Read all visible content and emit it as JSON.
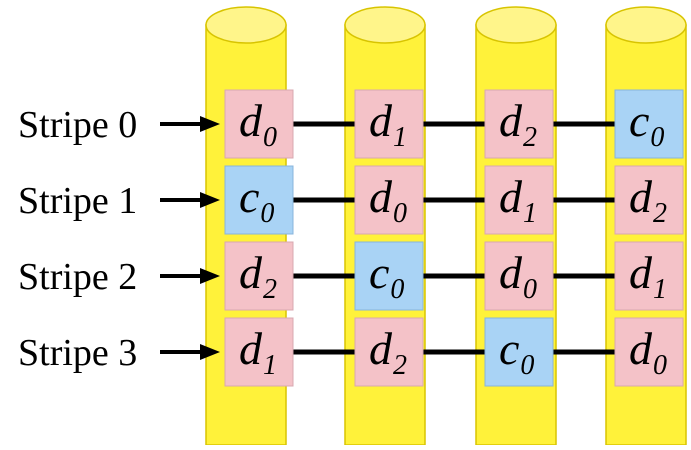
{
  "colors": {
    "disk_fill": "#FFF23A",
    "disk_top": "#FFF58A",
    "disk_stroke": "#D8C400",
    "data_cell": "#F4C2C8",
    "parity_cell": "#A9D3F5",
    "cell_stroke": "#D8A8B0",
    "line": "#000000"
  },
  "stripes": [
    {
      "label": "Stripe 0",
      "blocks": [
        {
          "letter": "d",
          "sub": "0",
          "kind": "data"
        },
        {
          "letter": "d",
          "sub": "1",
          "kind": "data"
        },
        {
          "letter": "d",
          "sub": "2",
          "kind": "data"
        },
        {
          "letter": "c",
          "sub": "0",
          "kind": "parity"
        }
      ]
    },
    {
      "label": "Stripe 1",
      "blocks": [
        {
          "letter": "c",
          "sub": "0",
          "kind": "parity"
        },
        {
          "letter": "d",
          "sub": "0",
          "kind": "data"
        },
        {
          "letter": "d",
          "sub": "1",
          "kind": "data"
        },
        {
          "letter": "d",
          "sub": "2",
          "kind": "data"
        }
      ]
    },
    {
      "label": "Stripe 2",
      "blocks": [
        {
          "letter": "d",
          "sub": "2",
          "kind": "data"
        },
        {
          "letter": "c",
          "sub": "0",
          "kind": "parity"
        },
        {
          "letter": "d",
          "sub": "0",
          "kind": "data"
        },
        {
          "letter": "d",
          "sub": "1",
          "kind": "data"
        }
      ]
    },
    {
      "label": "Stripe 3",
      "blocks": [
        {
          "letter": "d",
          "sub": "1",
          "kind": "data"
        },
        {
          "letter": "d",
          "sub": "2",
          "kind": "data"
        },
        {
          "letter": "c",
          "sub": "0",
          "kind": "parity"
        },
        {
          "letter": "d",
          "sub": "0",
          "kind": "data"
        }
      ]
    }
  ]
}
